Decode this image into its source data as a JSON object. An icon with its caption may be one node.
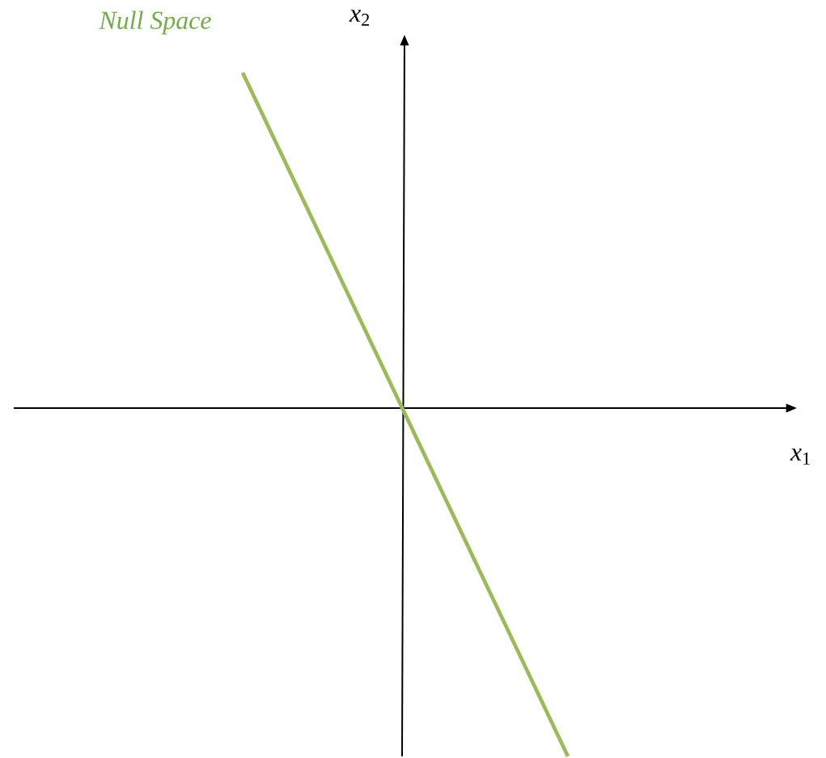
{
  "diagram": {
    "labels": [
      "Null Space",
      "*x*$_{2}$",
      "*x*$_{1}$"
    ]
  }
}
